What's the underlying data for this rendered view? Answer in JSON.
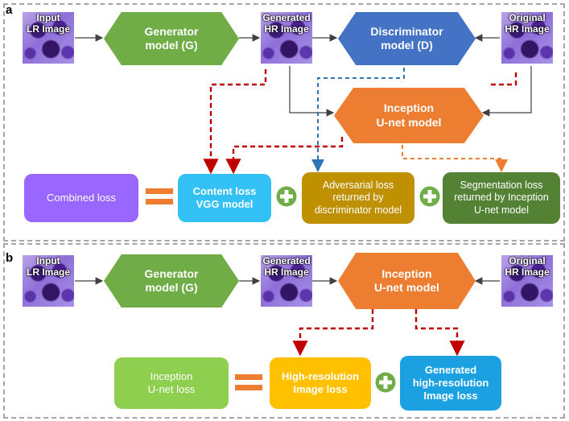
{
  "panel_a": {
    "label": "a",
    "input_image": "Input\nLR Image",
    "generator": "Generator\nmodel (G)",
    "generated_image": "Generated\nHR Image",
    "discriminator": "Discriminator\nmodel (D)",
    "original_image": "Original\nHR Image",
    "inception": "Inception\nU-net model",
    "combined_loss": "Combined loss",
    "content_loss": "Content loss\nVGG model",
    "adversarial_loss": "Adversarial loss\nreturned by\ndiscriminator model",
    "segmentation_loss": "Segmentation loss\nreturned by Inception\nU-net model"
  },
  "panel_b": {
    "label": "b",
    "input_image": "Input\nLR Image",
    "generator": "Generator\nmodel (G)",
    "generated_image": "Generated\nHR Image",
    "inception": "Inception\nU-net model",
    "original_image": "Original\nHR Image",
    "inception_loss": "Inception\nU-net loss",
    "hr_image_loss": "High-resolution\nImage loss",
    "generated_hr_loss": "Generated\nhigh-resolution\nImage loss"
  },
  "colors": {
    "generator": "#70ad47",
    "discriminator": "#4472c4",
    "inception": "#ed7d31",
    "combined_loss": "#9966ff",
    "content_loss": "#33c1f5",
    "adversarial_loss": "#bf9000",
    "segmentation_loss": "#548235",
    "inception_loss": "#8fcf4f",
    "hr_image_loss": "#ffc000",
    "generated_hr_loss": "#1ba1e2",
    "red_arrow": "#c00000",
    "blue_arrow": "#2e75b6",
    "orange_arrow": "#ed7d31"
  },
  "icons": [
    "equals-icon",
    "plus-icon",
    "pathology-image-icon"
  ]
}
